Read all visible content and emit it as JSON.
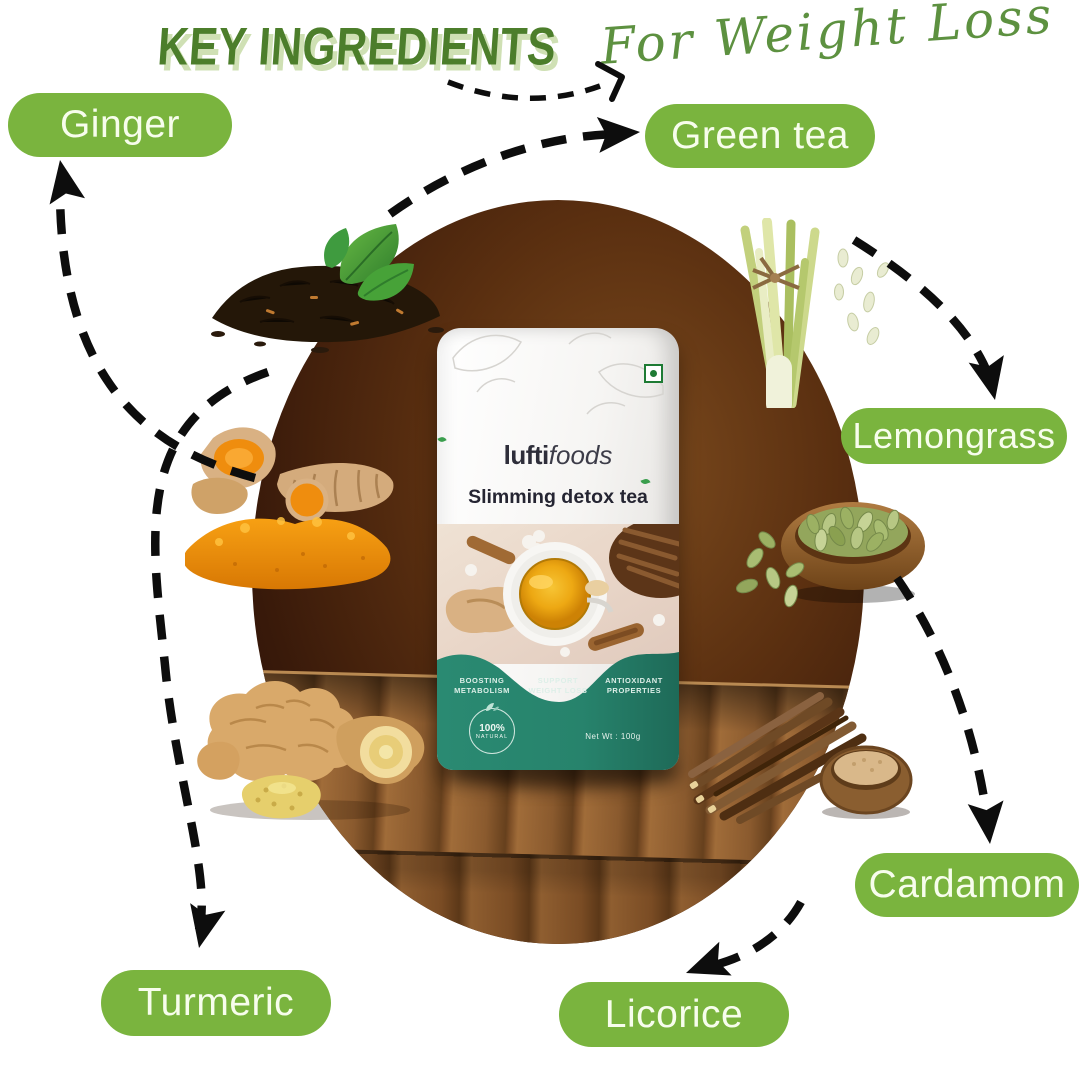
{
  "header": {
    "title": "KEY INGREDIENTS",
    "subtitle": "For Weight Loss"
  },
  "labels": [
    {
      "text": "Ginger"
    },
    {
      "text": "Green tea"
    },
    {
      "text": "Lemongrass"
    },
    {
      "text": "Cardamom"
    },
    {
      "text": "Licorice"
    },
    {
      "text": "Turmeric"
    }
  ],
  "package": {
    "brand_bold": "lufti",
    "brand_light": "foods",
    "name_lead": "Slimming",
    "name_bold": "detox",
    "name_tail": "tea",
    "benefits": [
      "BOOSTING METABOLISM",
      "SUPPORT WEIGHT LOSS",
      "ANTIOXIDANT PROPERTIES"
    ],
    "badge_value": "100%",
    "badge_label": "NATURAL",
    "net_weight": "Net Wt : 100g"
  },
  "colors": {
    "label_green": "#7ab43e",
    "title_green": "#4c7e2b",
    "script_green": "#5d9140",
    "package_teal": "#27836c",
    "tea_amber": "#eda813",
    "backdrop_brown": "#482208",
    "wood_brown": "#8a5a2e",
    "arrow_black": "#0d0d0d"
  }
}
